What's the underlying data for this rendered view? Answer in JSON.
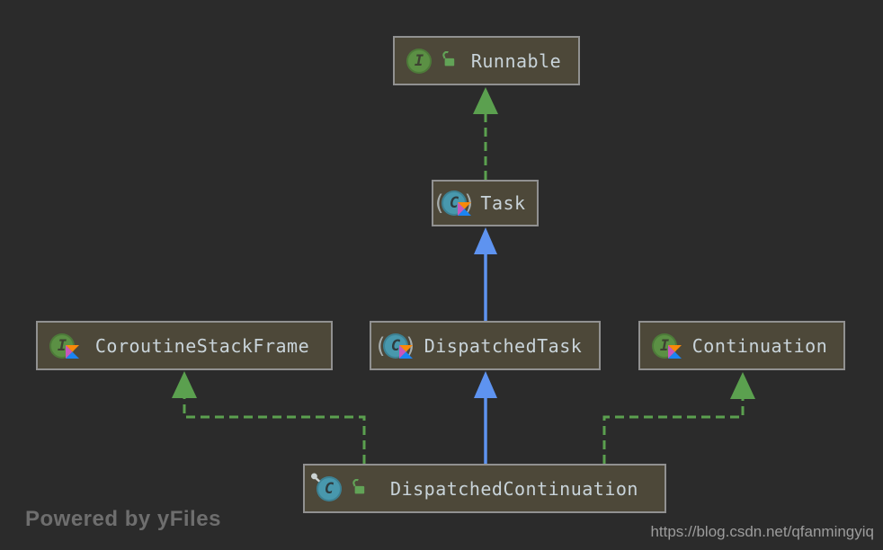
{
  "colors": {
    "background": "#2b2b2b",
    "node_fill": "#4d4839",
    "node_border": "#919191",
    "label_text": "#c9d4da",
    "edge_implements_green": "#5ba04f",
    "edge_extends_blue": "#5e93f0",
    "interface_icon_green": "#5b9044",
    "class_icon_teal": "#4898ad",
    "lock_icon_green": "#62a357"
  },
  "nodes": [
    {
      "id": "runnable",
      "label": "Runnable",
      "kind": "interface",
      "icon_letter": "I",
      "modifiers": [
        "open-lock"
      ]
    },
    {
      "id": "task",
      "label": "Task",
      "kind": "abstract-class",
      "icon_letter": "C",
      "modifiers": [
        "kotlin-badge"
      ]
    },
    {
      "id": "coroutine_stack_frame",
      "label": "CoroutineStackFrame",
      "kind": "interface",
      "icon_letter": "I",
      "modifiers": [
        "kotlin-badge"
      ]
    },
    {
      "id": "dispatched_task",
      "label": "DispatchedTask",
      "kind": "abstract-class",
      "icon_letter": "C",
      "modifiers": [
        "kotlin-badge"
      ]
    },
    {
      "id": "continuation",
      "label": "Continuation",
      "kind": "interface",
      "icon_letter": "I",
      "modifiers": [
        "kotlin-badge"
      ]
    },
    {
      "id": "dispatched_continuation",
      "label": "DispatchedContinuation",
      "kind": "class",
      "icon_letter": "C",
      "modifiers": [
        "key",
        "open-lock"
      ]
    }
  ],
  "edges": [
    {
      "from": "Task",
      "to": "Runnable",
      "type": "implements",
      "style": "dashed",
      "color": "#5ba04f"
    },
    {
      "from": "DispatchedTask",
      "to": "Task",
      "type": "extends",
      "style": "solid",
      "color": "#5e93f0"
    },
    {
      "from": "DispatchedContinuation",
      "to": "DispatchedTask",
      "type": "extends",
      "style": "solid",
      "color": "#5e93f0"
    },
    {
      "from": "DispatchedContinuation",
      "to": "CoroutineStackFrame",
      "type": "implements",
      "style": "dashed",
      "color": "#5ba04f"
    },
    {
      "from": "DispatchedContinuation",
      "to": "Continuation",
      "type": "implements",
      "style": "dashed",
      "color": "#5ba04f"
    }
  ],
  "footer": {
    "powered_by": "Powered by yFiles",
    "watermark_url": "https://blog.csdn.net/qfanmingyiq"
  }
}
